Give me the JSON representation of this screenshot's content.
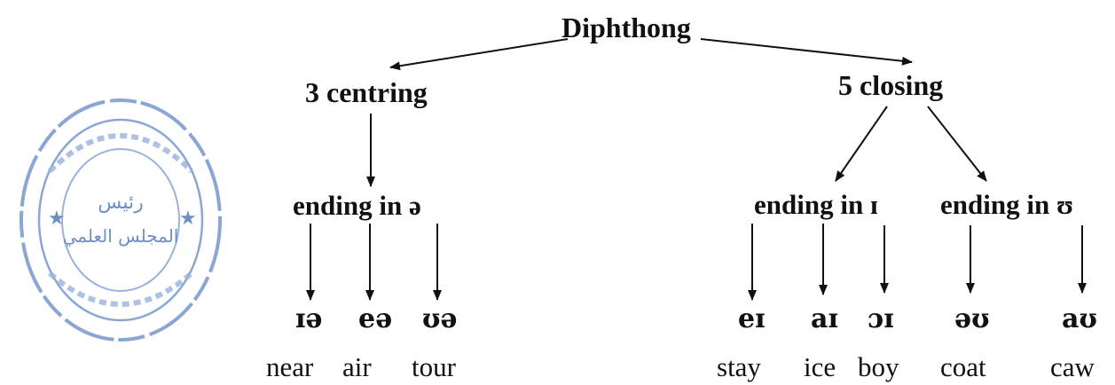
{
  "root": "Diphthong",
  "centring": {
    "label": "3 centring",
    "group": "ending in ə",
    "items": [
      {
        "ipa": "ɪə",
        "word": "near"
      },
      {
        "ipa": "eə",
        "word": "air"
      },
      {
        "ipa": "ʊə",
        "word": "tour"
      }
    ]
  },
  "closing": {
    "label": "5 closing",
    "groups": [
      {
        "label": "ending in ɪ",
        "items": [
          {
            "ipa": "eɪ",
            "word": "stay"
          },
          {
            "ipa": "aɪ",
            "word": "ice"
          },
          {
            "ipa": "ɔɪ",
            "word": "boy"
          }
        ]
      },
      {
        "label": "ending in ʊ",
        "items": [
          {
            "ipa": "əʊ",
            "word": "coat"
          },
          {
            "ipa": "aʊ",
            "word": "caw"
          }
        ]
      }
    ]
  },
  "stamp": {
    "center_text": [
      "رئيس",
      "المجلس العلمي"
    ],
    "colors": {
      "ink": "#6d8fc6"
    }
  }
}
